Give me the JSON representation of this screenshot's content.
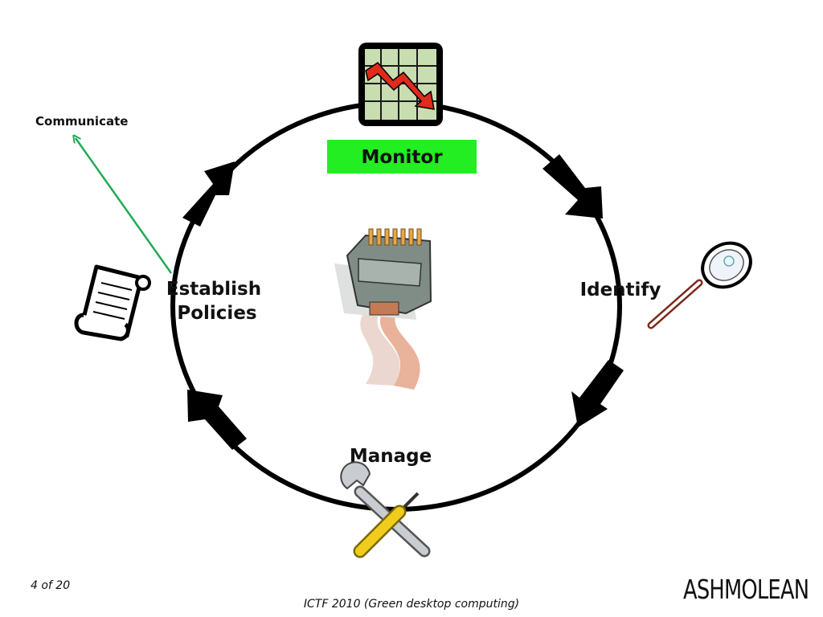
{
  "cycle": {
    "monitor_label": "Monitor",
    "identify_label": "Identify",
    "manage_label": "Manage",
    "establish_line1": "Establish",
    "establish_line2": "Policies",
    "communicate_label": "Communicate",
    "monitor_box_color": "#22ee22",
    "arrow_color": "#22aa55"
  },
  "icons": {
    "monitor": "falling-chart-icon",
    "identify": "magnifying-glass-icon",
    "manage": "wrench-screwdriver-icon",
    "establish": "scroll-document-icon",
    "center": "network-plug-icon"
  },
  "footer": {
    "page_number": "4 of 20",
    "caption": "ICTF 2010 (Green desktop computing)",
    "logo": "ASHMOLEAN"
  }
}
